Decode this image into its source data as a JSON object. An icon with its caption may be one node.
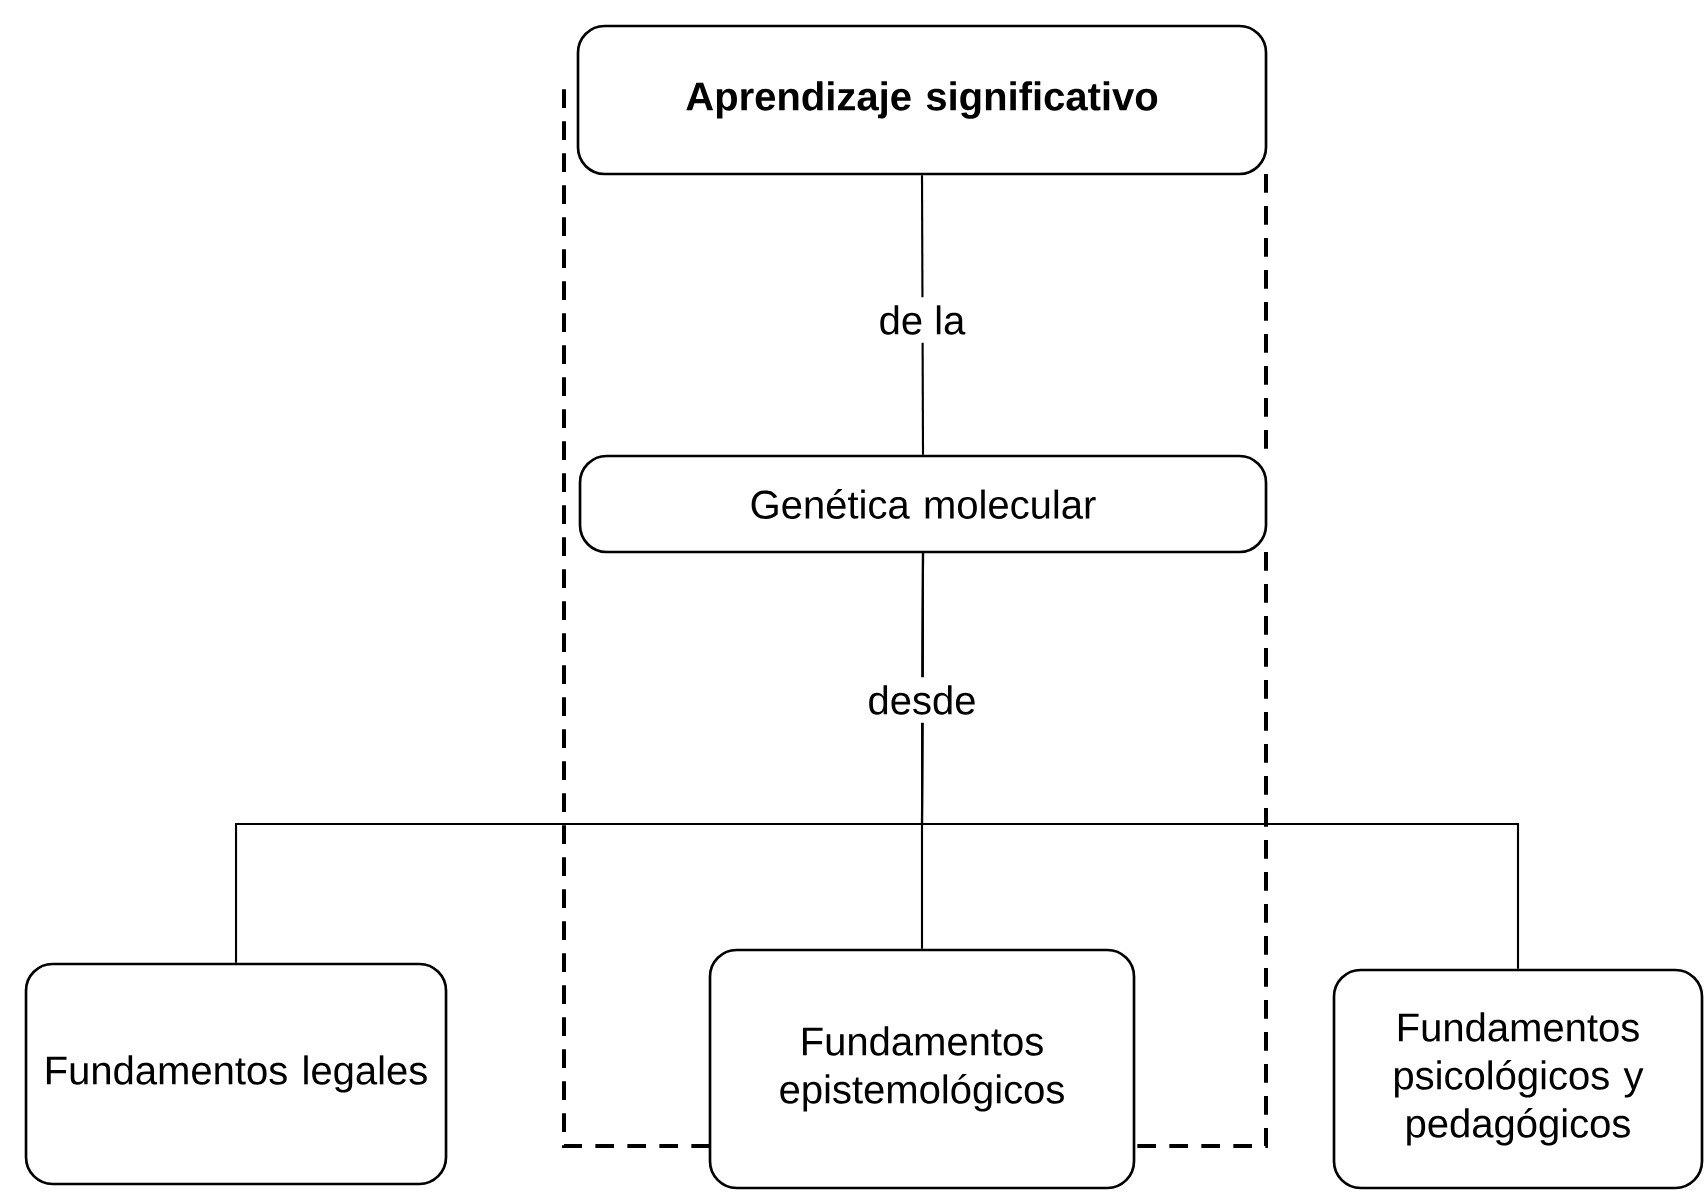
{
  "diagram": {
    "nodes": [
      {
        "text": [
          "Aprendizaje significativo"
        ]
      },
      {
        "text": [
          "Genética molecular"
        ]
      },
      {
        "text": [
          "Fundamentos legales"
        ]
      },
      {
        "text": [
          "Fundamentos epistemológicos"
        ]
      },
      {
        "text": [
          "Fundamentos psicológicos y pedagógicos"
        ]
      }
    ],
    "edges": [
      {
        "from": 0,
        "to": 1,
        "arrow": "none",
        "label": "de la"
      },
      {
        "from": 1,
        "to": 2,
        "arrow": "none"
      },
      {
        "from": 1,
        "to": 3,
        "arrow": "none",
        "label": "desde"
      },
      {
        "from": 1,
        "to": 4,
        "arrow": "none"
      }
    ]
  }
}
